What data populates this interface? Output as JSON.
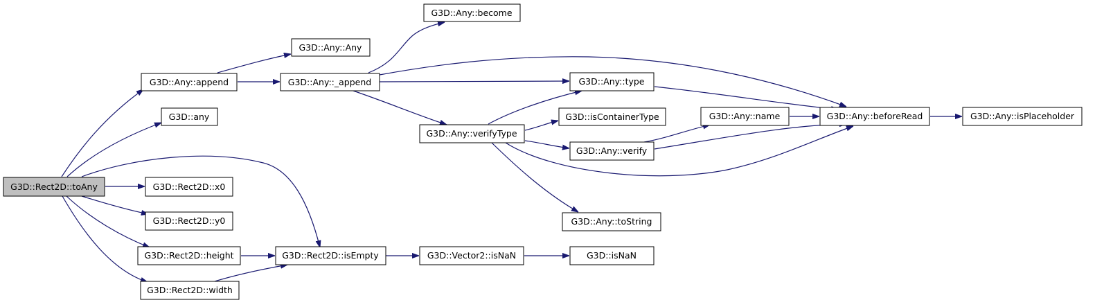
{
  "graph": {
    "edge_color": "#191970",
    "root_fill": "#bfbfbf",
    "nodes": {
      "root": {
        "label": "G3D::Rect2D::toAny",
        "is_root": true
      },
      "append": {
        "label": "G3D::Any::append"
      },
      "any": {
        "label": "G3D::any"
      },
      "x0": {
        "label": "G3D::Rect2D::x0"
      },
      "y0": {
        "label": "G3D::Rect2D::y0"
      },
      "height": {
        "label": "G3D::Rect2D::height"
      },
      "width": {
        "label": "G3D::Rect2D::width"
      },
      "anyAny": {
        "label": "G3D::Any::Any"
      },
      "_append": {
        "label": "G3D::Any::_append"
      },
      "isEmpty": {
        "label": "G3D::Rect2D::isEmpty"
      },
      "become": {
        "label": "G3D::Any::become"
      },
      "verifyType": {
        "label": "G3D::Any::verifyType"
      },
      "v2isNaN": {
        "label": "G3D::Vector2::isNaN"
      },
      "type": {
        "label": "G3D::Any::type"
      },
      "isContainerType": {
        "label": "G3D::isContainerType"
      },
      "verify": {
        "label": "G3D::Any::verify"
      },
      "toString": {
        "label": "G3D::Any::toString"
      },
      "isNaN": {
        "label": "G3D::isNaN"
      },
      "name": {
        "label": "G3D::Any::name"
      },
      "beforeRead": {
        "label": "G3D::Any::beforeRead"
      },
      "isPlaceholder": {
        "label": "G3D::Any::isPlaceholder"
      }
    },
    "edges": [
      [
        "root",
        "append"
      ],
      [
        "root",
        "any"
      ],
      [
        "root",
        "isEmpty"
      ],
      [
        "root",
        "x0"
      ],
      [
        "root",
        "y0"
      ],
      [
        "root",
        "height"
      ],
      [
        "root",
        "width"
      ],
      [
        "append",
        "anyAny"
      ],
      [
        "append",
        "_append"
      ],
      [
        "_append",
        "become"
      ],
      [
        "_append",
        "beforeRead"
      ],
      [
        "_append",
        "type"
      ],
      [
        "_append",
        "verifyType"
      ],
      [
        "verifyType",
        "type"
      ],
      [
        "verifyType",
        "isContainerType"
      ],
      [
        "verifyType",
        "verify"
      ],
      [
        "verifyType",
        "beforeRead"
      ],
      [
        "verifyType",
        "toString"
      ],
      [
        "type",
        "beforeRead"
      ],
      [
        "verify",
        "name"
      ],
      [
        "verify",
        "beforeRead"
      ],
      [
        "name",
        "beforeRead"
      ],
      [
        "beforeRead",
        "isPlaceholder"
      ],
      [
        "height",
        "isEmpty"
      ],
      [
        "width",
        "isEmpty"
      ],
      [
        "isEmpty",
        "v2isNaN"
      ],
      [
        "v2isNaN",
        "isNaN"
      ]
    ]
  }
}
